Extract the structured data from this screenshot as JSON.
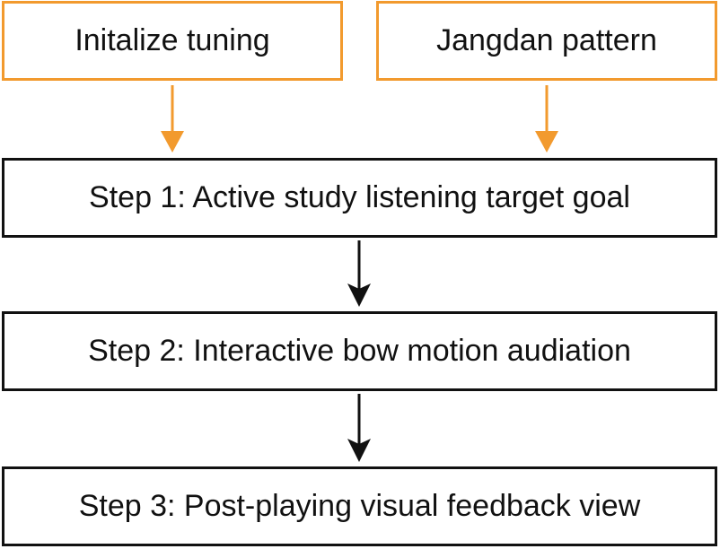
{
  "inputs": {
    "tuning": "Initalize tuning",
    "jangdan": "Jangdan pattern"
  },
  "steps": {
    "step1": "Step 1: Active study listening target goal",
    "step2": "Step 2: Interactive bow motion audiation",
    "step3": "Step 3: Post-playing visual feedback view"
  },
  "colors": {
    "input_border": "#f29a2e",
    "step_border": "#111111",
    "input_arrow": "#f29a2e",
    "step_arrow": "#111111"
  }
}
